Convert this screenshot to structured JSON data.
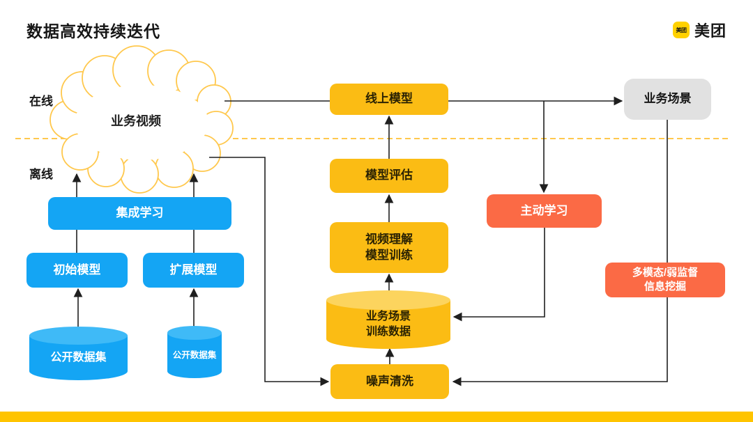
{
  "slide": {
    "title": "数据高效持续迭代"
  },
  "brand": {
    "logo_badge_text": "美团",
    "wordmark": "美团"
  },
  "lanes": {
    "online": "在线",
    "offline": "离线"
  },
  "colors": {
    "node_yellow": "#FBBC14",
    "cylinder_yellow_top": "#FCD45E",
    "node_orange": "#FB6A45",
    "node_blue": "#14A5F4",
    "cylinder_blue_top": "#3FBAF7",
    "node_gray": "#E1E1E1",
    "cloud_stroke": "#FFC84D",
    "lane_divider": "#FFC84D",
    "footer_bar": "#FFC400",
    "logo_yellow": "#FFD100",
    "connector_line": "#1F1F1F"
  },
  "nodes": {
    "cloud": {
      "label": "业务视频"
    },
    "online_model": {
      "label": "线上模型"
    },
    "business_scene": {
      "label": "业务场景"
    },
    "model_eval": {
      "label": "模型评估"
    },
    "video_model_training": {
      "line1": "视频理解",
      "line2": "模型训练"
    },
    "scene_training_data": {
      "line1": "业务场景",
      "line2": "训练数据"
    },
    "noise_cleaning": {
      "label": "噪声清洗"
    },
    "active_learning": {
      "label": "主动学习"
    },
    "info_mining": {
      "line1": "多模态/弱监督",
      "line2": "信息挖掘"
    },
    "ensemble_learning": {
      "label": "集成学习"
    },
    "initial_model": {
      "label": "初始模型"
    },
    "expanded_model": {
      "label": "扩展模型"
    },
    "public_dataset_left": {
      "label": "公开数据集"
    },
    "public_dataset_right": {
      "label": "公开数据集"
    }
  }
}
